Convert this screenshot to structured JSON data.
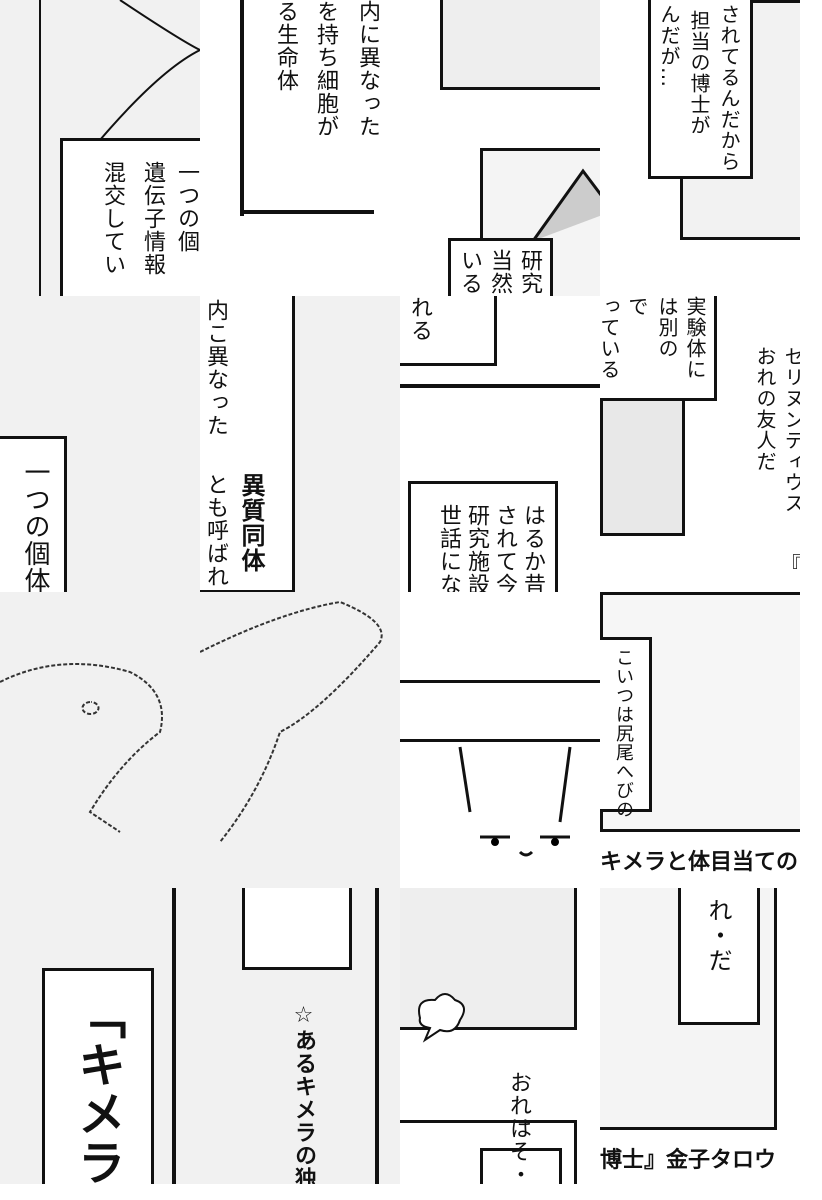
{
  "tiles": {
    "r0c0": {
      "lines": [
        "一つの個",
        "遺伝子情報",
        "混交してい"
      ]
    },
    "r0c1": {
      "lines": [
        "内に異なった",
        "を持ち細胞が",
        "る生命体"
      ]
    },
    "r0c2": {
      "lines": [
        "研究",
        "当然",
        "いる"
      ]
    },
    "r0c3": {
      "lines": [
        "されてるんだから",
        "担当の博士が",
        "んだが…"
      ]
    },
    "r1c0": {
      "lines": [
        "一つの個体"
      ]
    },
    "r1c1": {
      "lines": [
        "内こ異なった",
        "とも呼ばれ",
        "異質同体"
      ]
    },
    "r1c2": {
      "top": "れる",
      "lines": [
        "はるか昔",
        "されて今",
        "研究施設で",
        "世話になっ"
      ]
    },
    "r1c3": {
      "lines": [
        "っている",
        "で",
        "は別の",
        "実験体に"
      ],
      "side": [
        "セリヌンティウス",
        "おれの友人だ"
      ],
      "bottom": "『キ"
    },
    "r2c3": {
      "lines": [
        "こいつは尻尾へびの"
      ],
      "caption": "キメラと体目当ての"
    },
    "r3c0": {
      "lines": [
        "「キメラ"
      ]
    },
    "r3c1": {
      "lines": [
        "☆あるキメラの独白"
      ]
    },
    "r3c2": {
      "lines": [
        "おれはそ・"
      ]
    },
    "r3c3": {
      "lines": [
        "れ・だ"
      ],
      "caption": "博士』金子タロウ"
    }
  }
}
